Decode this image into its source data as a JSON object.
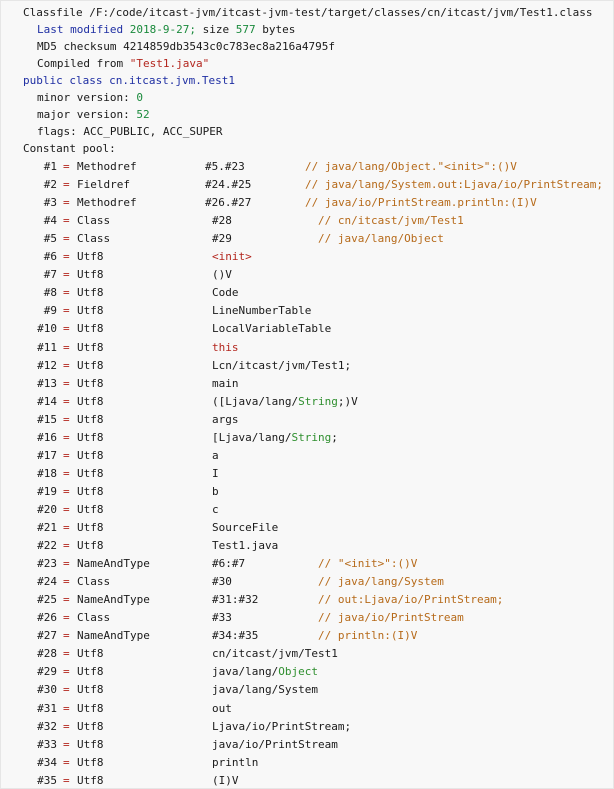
{
  "header": {
    "classfile_label": "Classfile",
    "classfile_path": "/F:/code/itcast-jvm/itcast-jvm-test/target/classes/cn/itcast/jvm/Test1.class",
    "last_modified_label": "Last modified",
    "last_modified_date": "2018-9-27;",
    "size_label": "size",
    "size_value": "577",
    "size_unit": "bytes",
    "md5_label": "MD5 checksum",
    "md5_value": "4214859db3543c0c783ec8a216a4795f",
    "compiled_label": "Compiled from",
    "compiled_value": "\"Test1.java\"",
    "decl_public": "public",
    "decl_class": "class",
    "decl_name": "cn.itcast.jvm.Test1",
    "minor_label": "minor version:",
    "minor_value": "0",
    "major_label": "major version:",
    "major_value": "52",
    "flags_label": "flags:",
    "flags_value": "ACC_PUBLIC, ACC_SUPER",
    "cp_label": "Constant pool:"
  },
  "constant_pool": [
    {
      "id": "#1",
      "eq": "=",
      "type": "Methodref",
      "value": "#5.#23",
      "comment": "// java/lang/Object.\"<init>\":()V"
    },
    {
      "id": "#2",
      "eq": "=",
      "type": "Fieldref",
      "value": "#24.#25",
      "comment": "// java/lang/System.out:Ljava/io/PrintStream;"
    },
    {
      "id": "#3",
      "eq": "=",
      "type": "Methodref",
      "value": "#26.#27",
      "comment": "// java/io/PrintStream.println:(I)V"
    },
    {
      "id": "#4",
      "eq": "=",
      "type": "Class",
      "value": "#28",
      "comment": "// cn/itcast/jvm/Test1"
    },
    {
      "id": "#5",
      "eq": "=",
      "type": "Class",
      "value": "#29",
      "comment": "// java/lang/Object"
    },
    {
      "id": "#6",
      "eq": "=",
      "type": "Utf8",
      "value": "<init>",
      "comment": ""
    },
    {
      "id": "#7",
      "eq": "=",
      "type": "Utf8",
      "value": "()V",
      "comment": ""
    },
    {
      "id": "#8",
      "eq": "=",
      "type": "Utf8",
      "value": "Code",
      "comment": ""
    },
    {
      "id": "#9",
      "eq": "=",
      "type": "Utf8",
      "value": "LineNumberTable",
      "comment": ""
    },
    {
      "id": "#10",
      "eq": "=",
      "type": "Utf8",
      "value": "LocalVariableTable",
      "comment": ""
    },
    {
      "id": "#11",
      "eq": "=",
      "type": "Utf8",
      "value": "this",
      "comment": ""
    },
    {
      "id": "#12",
      "eq": "=",
      "type": "Utf8",
      "value": "Lcn/itcast/jvm/Test1;",
      "comment": ""
    },
    {
      "id": "#13",
      "eq": "=",
      "type": "Utf8",
      "value": "main",
      "comment": ""
    },
    {
      "id": "#14",
      "eq": "=",
      "type": "Utf8",
      "value": "([Ljava/lang/String;)V",
      "comment": ""
    },
    {
      "id": "#15",
      "eq": "=",
      "type": "Utf8",
      "value": "args",
      "comment": ""
    },
    {
      "id": "#16",
      "eq": "=",
      "type": "Utf8",
      "value": "[Ljava/lang/String;",
      "comment": ""
    },
    {
      "id": "#17",
      "eq": "=",
      "type": "Utf8",
      "value": "a",
      "comment": ""
    },
    {
      "id": "#18",
      "eq": "=",
      "type": "Utf8",
      "value": "I",
      "comment": ""
    },
    {
      "id": "#19",
      "eq": "=",
      "type": "Utf8",
      "value": "b",
      "comment": ""
    },
    {
      "id": "#20",
      "eq": "=",
      "type": "Utf8",
      "value": "c",
      "comment": ""
    },
    {
      "id": "#21",
      "eq": "=",
      "type": "Utf8",
      "value": "SourceFile",
      "comment": ""
    },
    {
      "id": "#22",
      "eq": "=",
      "type": "Utf8",
      "value": "Test1.java",
      "comment": ""
    },
    {
      "id": "#23",
      "eq": "=",
      "type": "NameAndType",
      "value": "#6:#7",
      "comment": "// \"<init>\":()V"
    },
    {
      "id": "#24",
      "eq": "=",
      "type": "Class",
      "value": "#30",
      "comment": "// java/lang/System"
    },
    {
      "id": "#25",
      "eq": "=",
      "type": "NameAndType",
      "value": "#31:#32",
      "comment": "// out:Ljava/io/PrintStream;"
    },
    {
      "id": "#26",
      "eq": "=",
      "type": "Class",
      "value": "#33",
      "comment": "// java/io/PrintStream"
    },
    {
      "id": "#27",
      "eq": "=",
      "type": "NameAndType",
      "value": "#34:#35",
      "comment": "// println:(I)V"
    },
    {
      "id": "#28",
      "eq": "=",
      "type": "Utf8",
      "value": "cn/itcast/jvm/Test1",
      "comment": ""
    },
    {
      "id": "#29",
      "eq": "=",
      "type": "Utf8",
      "value": "java/lang/Object",
      "comment": ""
    },
    {
      "id": "#30",
      "eq": "=",
      "type": "Utf8",
      "value": "java/lang/System",
      "comment": ""
    },
    {
      "id": "#31",
      "eq": "=",
      "type": "Utf8",
      "value": "out",
      "comment": ""
    },
    {
      "id": "#32",
      "eq": "=",
      "type": "Utf8",
      "value": "Ljava/io/PrintStream;",
      "comment": ""
    },
    {
      "id": "#33",
      "eq": "=",
      "type": "Utf8",
      "value": "java/io/PrintStream",
      "comment": ""
    },
    {
      "id": "#34",
      "eq": "=",
      "type": "Utf8",
      "value": "println",
      "comment": ""
    },
    {
      "id": "#35",
      "eq": "=",
      "type": "Utf8",
      "value": "(I)V",
      "comment": ""
    }
  ]
}
